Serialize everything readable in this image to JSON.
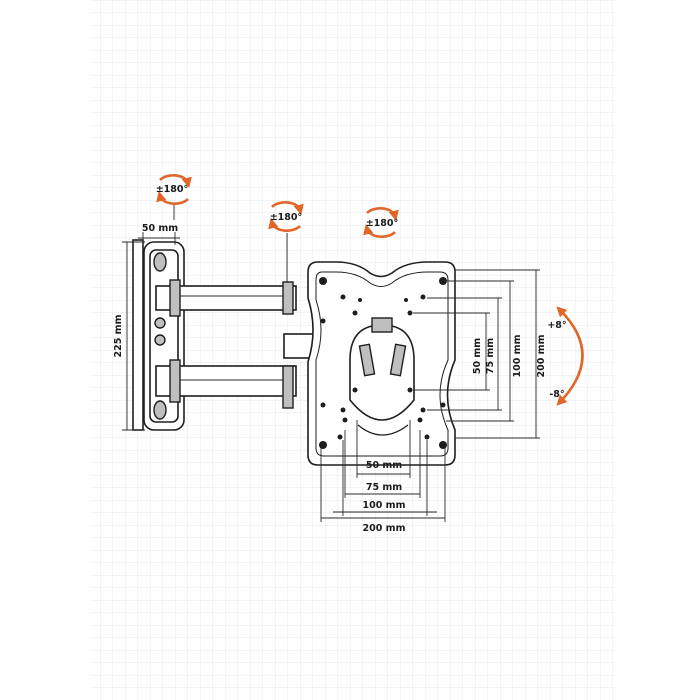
{
  "rotation": {
    "wall": "±180°",
    "arm": "±180°",
    "plate": "±180°"
  },
  "tilt": {
    "up": "+8°",
    "down": "-8°"
  },
  "dimensions": {
    "wall_plate_width": "50 mm",
    "wall_plate_height": "225 mm",
    "vesa_horizontal": [
      "50 mm",
      "75 mm",
      "100 mm",
      "200 mm"
    ],
    "vesa_vertical": [
      "50 mm",
      "75 mm",
      "100 mm",
      "200 mm"
    ]
  },
  "colors": {
    "accent": "#e0662a",
    "grid": "#dfe3ee",
    "line": "#1e1e1e"
  }
}
